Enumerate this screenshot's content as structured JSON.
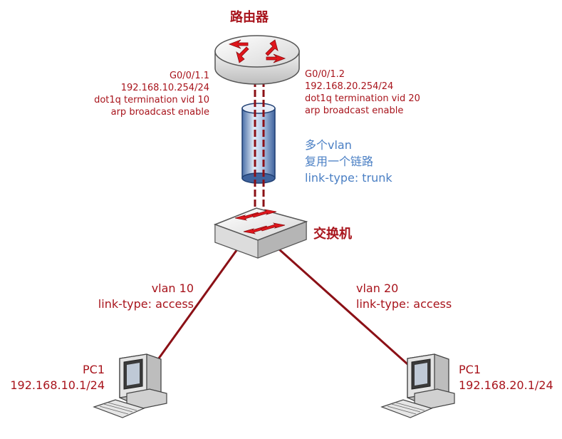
{
  "colors": {
    "red_text": "#a8141c",
    "blue_text": "#4a7fc4",
    "link": "#8b1016"
  },
  "router": {
    "title": "路由器"
  },
  "switch": {
    "title": "交换机"
  },
  "interfaces": {
    "left": {
      "name": "G0/0/1.1",
      "ip": "192.168.10.254/24",
      "encap": "dot1q termination vid 10",
      "arp": "arp broadcast enable"
    },
    "right": {
      "name": "G0/0/1.2",
      "ip": "192.168.20.254/24",
      "encap": "dot1q termination vid 20",
      "arp": "arp broadcast enable"
    }
  },
  "trunk_note": {
    "line1": "多个vlan",
    "line2": "复用一个链路",
    "line3": "link-type: trunk"
  },
  "links": {
    "left": {
      "vlan": "vlan 10",
      "type": "link-type: access"
    },
    "right": {
      "vlan": "vlan 20",
      "type": "link-type: access"
    }
  },
  "pcs": {
    "left": {
      "name": "PC1",
      "ip": "192.168.10.1/24"
    },
    "right": {
      "name": "PC1",
      "ip": "192.168.20.1/24"
    }
  }
}
